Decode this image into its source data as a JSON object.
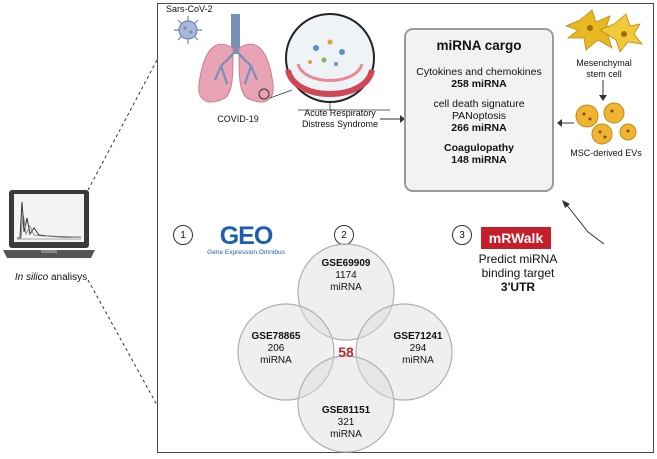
{
  "left": {
    "label_italic": "In silico",
    "label_rest": " analisys"
  },
  "top": {
    "virus_label": "Sars-CoV-2",
    "lungs_label": "COVID-19",
    "ards_line1": "Acute Respiratory",
    "ards_line2": "Distress Syndrome"
  },
  "cargo": {
    "title": "miRNA cargo",
    "groups": [
      {
        "lines": [
          "Cytokines and chemokines"
        ],
        "count": "258 miRNA",
        "bold_title": false
      },
      {
        "lines": [
          "cell death signature",
          "PANoptosis"
        ],
        "count": "266 miRNA",
        "bold_title": false
      },
      {
        "lines": [
          "Coagulopathy"
        ],
        "count": "148 miRNA",
        "bold_title": true
      }
    ]
  },
  "msc": {
    "cell_line1": "Mesenchymal",
    "cell_line2": "stem cell",
    "evs_label": "MSC-derived EVs"
  },
  "steps": {
    "one": "1",
    "two": "2",
    "three": "3",
    "geo_logo": "GEO",
    "geo_sub": "Gene Expression Omnibus",
    "mirwalk_logo": "mRWalk",
    "predict_line1": "Predict miRNA",
    "predict_line2": "binding target",
    "predict_line3": "3'UTR"
  },
  "venn": {
    "sets": [
      {
        "id": "GSE69909",
        "count": "1174",
        "unit": "miRNA"
      },
      {
        "id": "GSE78865",
        "count": "206",
        "unit": "miRNA"
      },
      {
        "id": "GSE71241",
        "count": "294",
        "unit": "miRNA"
      },
      {
        "id": "GSE81151",
        "count": "321",
        "unit": "miRNA"
      }
    ],
    "intersection": "58"
  },
  "colors": {
    "intersection": "#c0272d",
    "circle_fill": "#dcdcdc",
    "lung": "#e8a4b4",
    "trachea": "#7a8fb8",
    "cell": "#e8b820",
    "ev": "#f0b430",
    "geo_blue": "#1c5fae",
    "mirwalk_red": "#c41e2a"
  }
}
